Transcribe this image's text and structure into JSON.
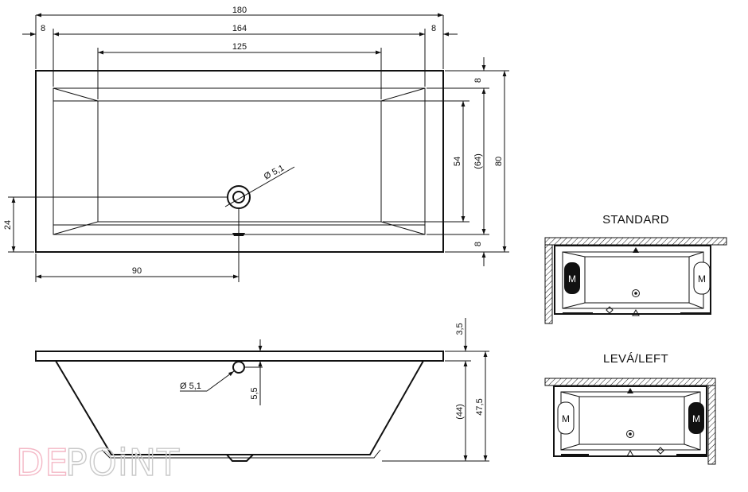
{
  "top_view": {
    "dims": {
      "overall_length": "180",
      "rim_left": "8",
      "inner_length": "164",
      "rim_right": "8",
      "floor_length": "125",
      "rim_top": "8",
      "floor_width": "54",
      "inner_width": "(64)",
      "overall_width": "80",
      "rim_bottom": "8",
      "drain_offset_y": "24",
      "drain_offset_x": "90",
      "drain_diameter": "Ø 5,1"
    }
  },
  "side_view": {
    "dims": {
      "rim_height": "3,5",
      "overflow_diameter": "Ø 5,1",
      "overflow_offset": "5,5",
      "inner_depth": "(44)",
      "total_height": "47,5"
    }
  },
  "layouts": {
    "standard": {
      "label": "STANDARD",
      "left_marker": "M",
      "right_marker": "M"
    },
    "left": {
      "label": "LEVÁ/LEFT",
      "left_marker": "M",
      "right_marker": "M"
    }
  },
  "watermark": {
    "text_a": "DE",
    "text_b": "POiNT",
    "color_a": "#f4b8c6",
    "color_b": "#c9c9c9"
  }
}
